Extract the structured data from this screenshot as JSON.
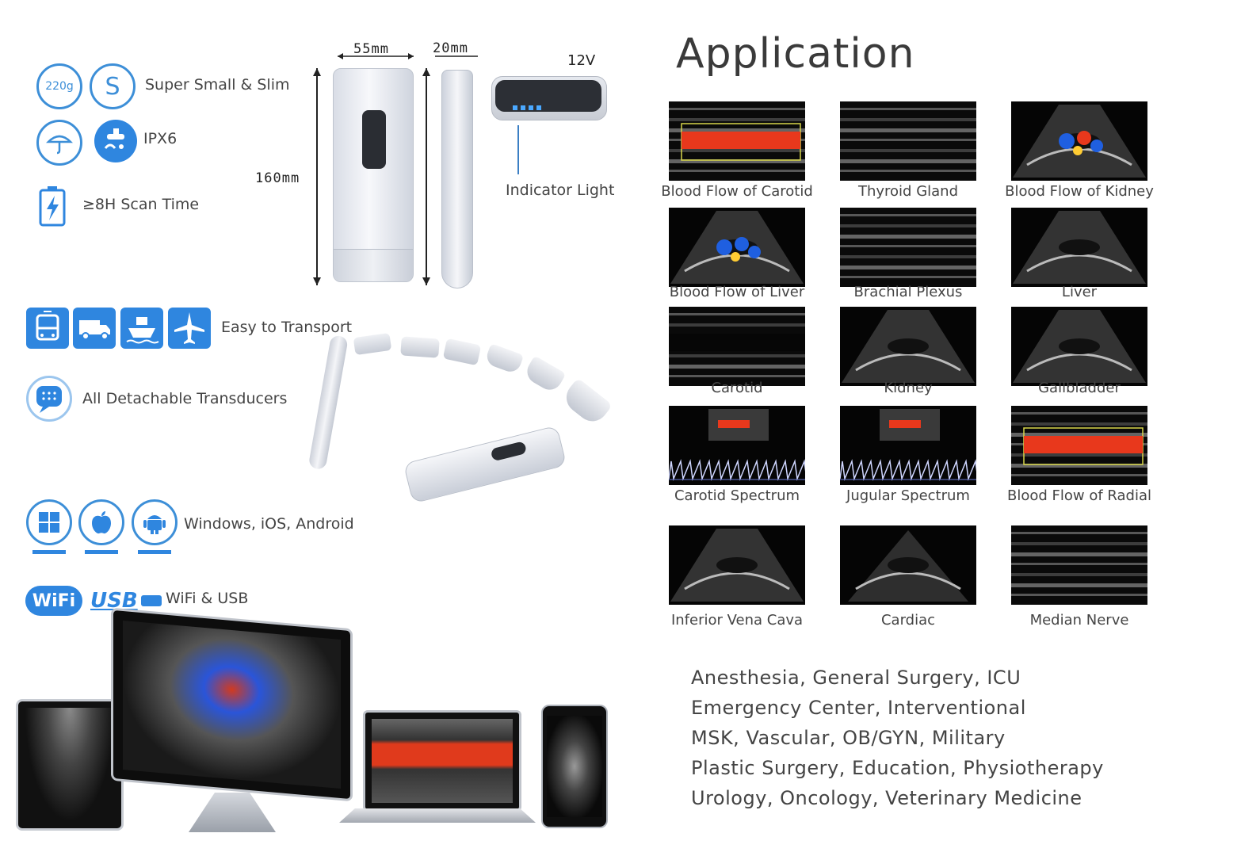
{
  "features": {
    "weight_badge": "220g",
    "slim_badge": "S",
    "slim_label": "Super Small & Slim",
    "waterproof_label": "IPX6",
    "scan_label": "≥8H Scan Time",
    "transport_label": "Easy to Transport",
    "transducers_label": "All Detachable Transducers",
    "os_label": "Windows, iOS, Android",
    "wifi_badge": "WiFi",
    "usb_badge": "USB",
    "connectivity_label": "WiFi & USB"
  },
  "device": {
    "width_dim": "55mm",
    "thickness_dim": "20mm",
    "height_dim": "160mm",
    "voltage": "12V",
    "indicator_label": "Indicator Light"
  },
  "application": {
    "title": "Application",
    "images": [
      {
        "caption": "Blood Flow of Carotid",
        "kind": "color-linear"
      },
      {
        "caption": "Thyroid Gland",
        "kind": "linear"
      },
      {
        "caption": "Blood Flow of Kidney",
        "kind": "color-convex"
      },
      {
        "caption": "Blood Flow of Liver",
        "kind": "color-convex-blue"
      },
      {
        "caption": "Brachial Plexus",
        "kind": "linear"
      },
      {
        "caption": "Liver",
        "kind": "convex"
      },
      {
        "caption": "Carotid",
        "kind": "linear-stripes"
      },
      {
        "caption": "Kidney",
        "kind": "convex"
      },
      {
        "caption": "Gallbladder",
        "kind": "convex"
      },
      {
        "caption": "Carotid Spectrum",
        "kind": "spectrum"
      },
      {
        "caption": "Jugular Spectrum",
        "kind": "spectrum"
      },
      {
        "caption": "Blood Flow of Radial",
        "kind": "color-linear"
      },
      {
        "caption": "Inferior Vena Cava",
        "kind": "convex"
      },
      {
        "caption": "Cardiac",
        "kind": "sector"
      },
      {
        "caption": "Median Nerve",
        "kind": "linear"
      }
    ]
  },
  "specialties": [
    "Anesthesia, General Surgery, ICU",
    "Emergency Center, Interventional",
    "MSK, Vascular, OB/GYN, Military",
    "Plastic Surgery, Education, Physiotherapy",
    "Urology, Oncology, Veterinary Medicine"
  ],
  "colors": {
    "accent_blue": "#2f86df",
    "flow_red": "#e8381c",
    "flow_blue": "#1f5fe0",
    "text": "#444444"
  }
}
